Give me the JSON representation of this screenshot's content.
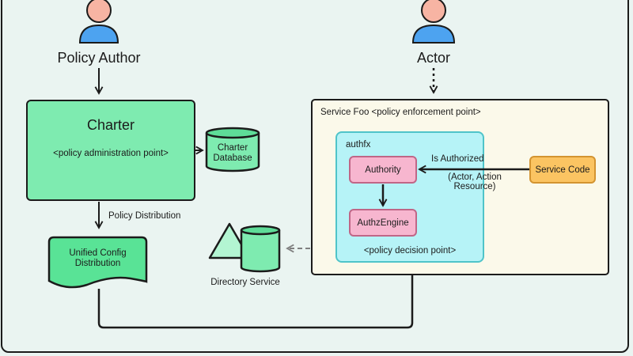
{
  "actors": {
    "policy_author": {
      "label": "Policy Author",
      "icon": "person-icon"
    },
    "actor": {
      "label": "Actor",
      "icon": "person-icon"
    }
  },
  "charter": {
    "title": "Charter",
    "subtitle": "<policy administration point>"
  },
  "charter_database": {
    "line1": "Charter",
    "line2": "Database",
    "icon": "cylinder-icon"
  },
  "policy_distribution": {
    "label": "Policy Distribution"
  },
  "unified_config": {
    "line1": "Unified Config",
    "line2": "Distribution",
    "icon": "document-icon"
  },
  "directory_service": {
    "label": "Directory Service",
    "icon": "triangle-cylinder-icon"
  },
  "service_foo": {
    "title": "Service Foo  <policy enforcement point>"
  },
  "authfx": {
    "title": "authfx",
    "authority": "Authority",
    "authz_engine": "AuthzEngine",
    "footer": "<policy decision point>"
  },
  "service_code": {
    "label": "Service Code"
  },
  "is_authorized": {
    "label": "Is Authorized",
    "params_line1": "(Actor, Action",
    "params_line2": "Resource)"
  },
  "colors": {
    "background": "#eaf4f1",
    "green": "#7eebb0",
    "pink": "#f7b6cf",
    "cyan": "#b6f3f7",
    "orange": "#fbc462",
    "cream": "#fbf9ea",
    "person_head": "#f7b4a3",
    "person_body": "#4da3f0"
  }
}
